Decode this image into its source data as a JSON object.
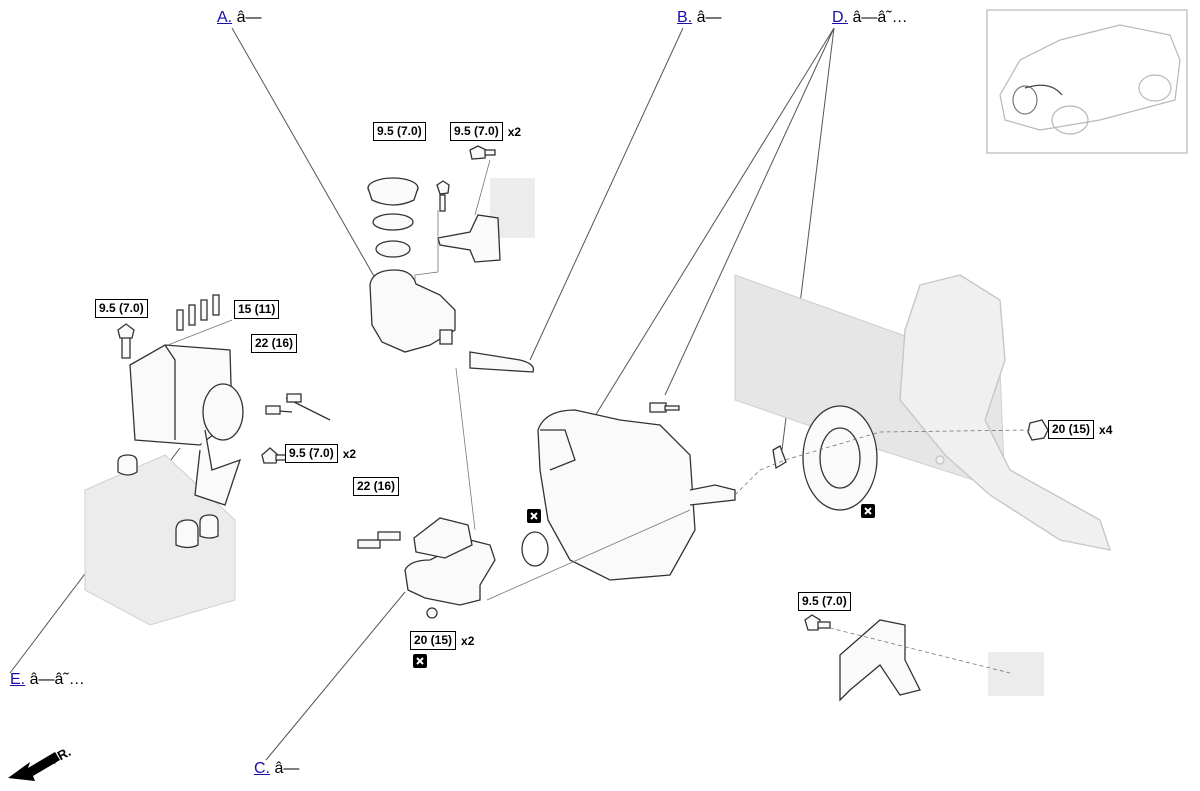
{
  "callouts": [
    {
      "id": "A",
      "link": "A.",
      "suffix": " â—"
    },
    {
      "id": "B",
      "link": "B.",
      "suffix": " â—"
    },
    {
      "id": "C",
      "link": "C.",
      "suffix": " â—"
    },
    {
      "id": "D",
      "link": "D.",
      "suffix": " â—â˜…"
    },
    {
      "id": "E",
      "link": "E.",
      "suffix": " â—â˜…"
    }
  ],
  "torque_specs": [
    {
      "value": "9.5 (7.0)",
      "mult": ""
    },
    {
      "value": "9.5 (7.0)",
      "mult": "x2"
    },
    {
      "value": "9.5 (7.0)",
      "mult": ""
    },
    {
      "value": "15 (11)",
      "mult": ""
    },
    {
      "value": "22 (16)",
      "mult": ""
    },
    {
      "value": "9.5 (7.0)",
      "mult": "x2"
    },
    {
      "value": "22 (16)",
      "mult": ""
    },
    {
      "value": "20 (15)",
      "mult": "x2"
    },
    {
      "value": "20 (15)",
      "mult": "x4"
    },
    {
      "value": "9.5 (7.0)",
      "mult": ""
    }
  ],
  "direction_label": "FR.",
  "icons": {
    "no_reuse": "no-reuse-icon",
    "direction": "front-arrow-icon"
  }
}
